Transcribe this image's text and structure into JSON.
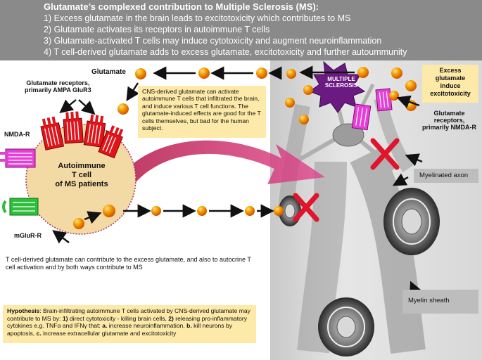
{
  "header": {
    "title": "Glutamate’s complexed contribution to Multiple Sclerosis (MS):",
    "lines": [
      "1) Excess glutamate in the brain leads to excitotoxicity which contributes to MS",
      "2) Glutamate activates its receptors in autoimmune T cells",
      "3) Glutamate-activated T cells may induce cytotoxicity and augment neuroinflammation",
      "4)  T cell-derived glutamate adds to excess glutamate, excitotoxicity and further autoummunity"
    ]
  },
  "labels": {
    "glutamate": "Glutamate",
    "ampa_line1": "Glutamate receptors,",
    "ampa_line2": "primarily AMPA GluR3",
    "nmda": "NMDA-R",
    "mglur": "mGluR-R",
    "tcell_line1": "Autoimmune",
    "tcell_line2": "T cell",
    "tcell_line3": "of MS patients",
    "ms_line1": "MULTIPLE",
    "ms_line2": "SCLEROSIS",
    "excess_line1": "Excess",
    "excess_line2": "glutamate",
    "excess_line3": "induce",
    "excess_line4": "excitotoxicity",
    "nmda_right_line1": "Glutamate",
    "nmda_right_line2": "receptors,",
    "nmda_right_line3": "primarily NMDA-R",
    "myelinated_axon": "Myelinated axon",
    "myelin_sheath": "Myelin sheath"
  },
  "notes": {
    "cns": "CNS-derived glutamate can activate autoimmune T cells that infiltrated the brain, and induce various T cell functions. The glutamate-induced effects are good for the T cells themselves, but bad for the human subject.",
    "tcell_contrib": "T cell-derived glutamate can contribute to the excess glutamate, and also to autocrine T cell activation and by both ways contribute to MS"
  },
  "hypothesis": {
    "label": "Hypothesis",
    "text1": ": Brain-infiltrating autoimmune T cells activated by CNS-derived glutamate may contribute to MS by: ",
    "b1": "1)",
    "text2": " direct cytotoxicity - killing brain cells, ",
    "b2": "2)",
    "text3": " releasing pro-inflammatory cytokines e.g. TNFα and IFNγ  that: ",
    "ba": "a.",
    "text4": " increase neuroinflammation, ",
    "bb": "b.",
    "text5": " kill neurons by apoptosis, ",
    "bc": "c.",
    "text6": " increase extracellular glutamate and excitotoxicity"
  },
  "colors": {
    "header_bg": "#8a8a8a",
    "note_bg": "#fde9a8",
    "cell_fill": "#f3d9a4",
    "ampa_red": "#e0141b",
    "nmda_magenta": "#e63fd9",
    "mglur_green": "#2fbf3a",
    "glutamate_ball": "#f07800",
    "ms_star": "#6a1a80",
    "curve_arrow": "#c0175a",
    "cross_red": "#e0142a"
  }
}
